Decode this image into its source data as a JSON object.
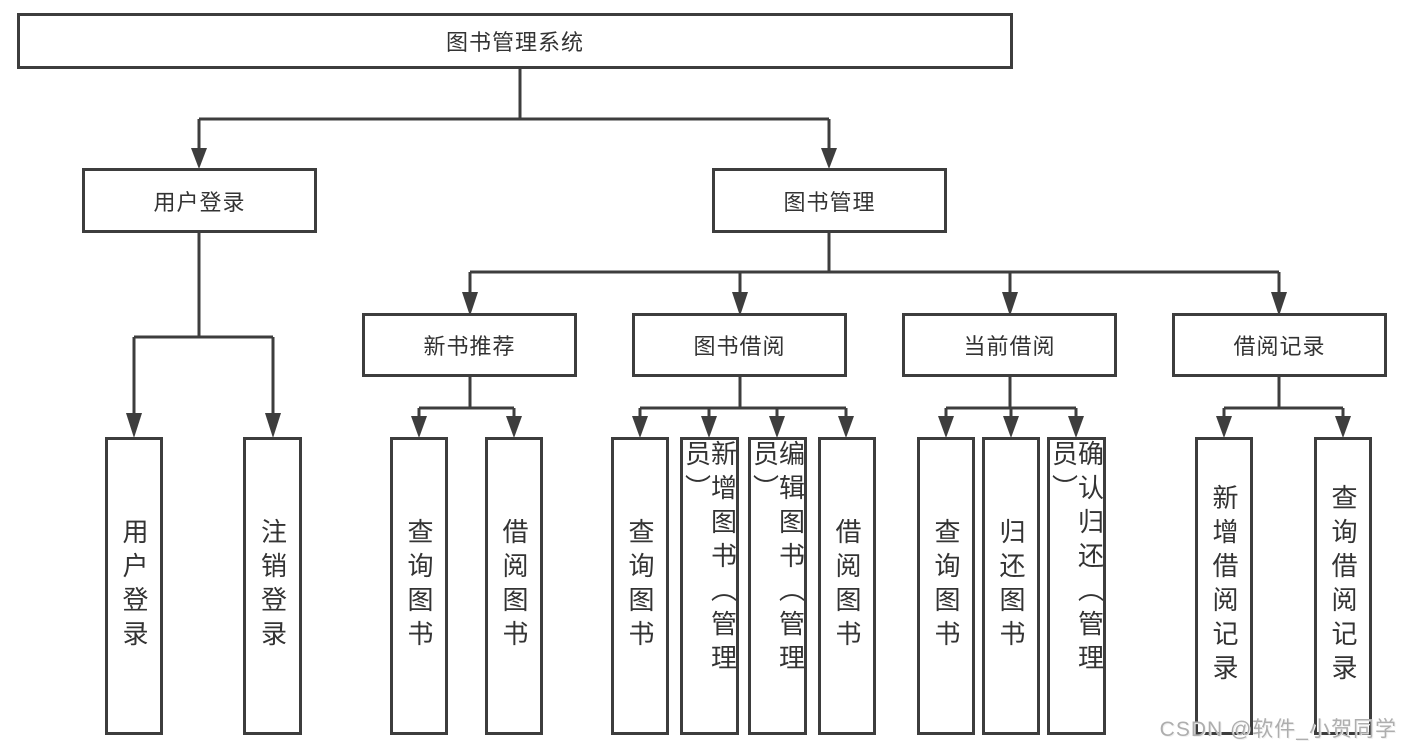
{
  "diagram": {
    "title": "图书管理系统",
    "root": {
      "label": "图书管理系统"
    },
    "level2": [
      {
        "label": "用户登录"
      },
      {
        "label": "图书管理"
      }
    ],
    "level3": [
      {
        "label": "新书推荐"
      },
      {
        "label": "图书借阅"
      },
      {
        "label": "当前借阅"
      },
      {
        "label": "借阅记录"
      }
    ],
    "leaves": {
      "user_login": [
        "用户登录",
        "注销登录"
      ],
      "new_book": [
        "查询图书",
        "借阅图书"
      ],
      "borrow": [
        "查询图书",
        "新增图书（管理员）",
        "编辑图书（管理员）",
        "借阅图书"
      ],
      "current": [
        "查询图书",
        "归还图书",
        "确认归还（管理员）"
      ],
      "records": [
        "新增借阅记录",
        "查询借阅记录"
      ]
    }
  },
  "watermark": {
    "text": "CSDN @软件_小贺同学"
  },
  "colors": {
    "line": "#3d3d3d",
    "text": "#333333",
    "background": "#ffffff",
    "watermark": "#aeaeae"
  }
}
